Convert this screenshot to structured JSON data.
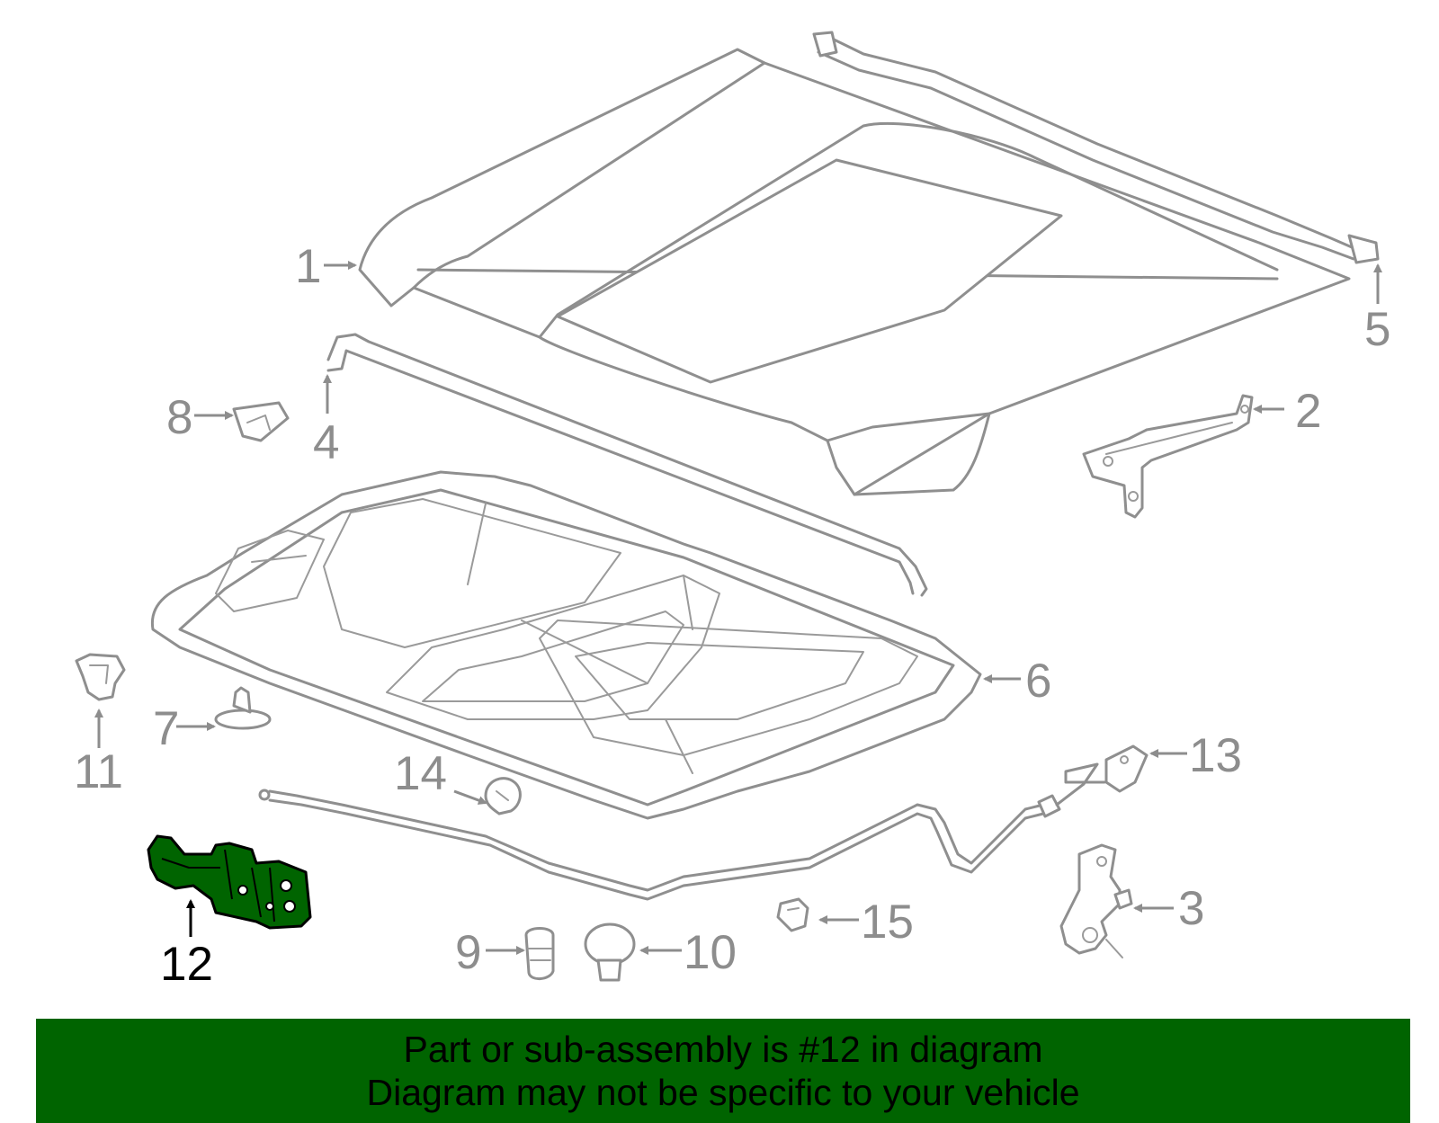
{
  "callouts": {
    "c1": "1",
    "c2": "2",
    "c3": "3",
    "c4": "4",
    "c5": "5",
    "c6": "6",
    "c7": "7",
    "c8": "8",
    "c9": "9",
    "c10": "10",
    "c11": "11",
    "c12": "12",
    "c13": "13",
    "c14": "14",
    "c15": "15"
  },
  "highlighted_part": "12",
  "colors": {
    "highlight_fill": "#006400",
    "banner_background": "#006400",
    "part_outline": "#8f8f8f"
  },
  "banner": {
    "line1": "Part or sub-assembly is #12 in diagram",
    "line2": "Diagram may not be specific to your vehicle"
  }
}
